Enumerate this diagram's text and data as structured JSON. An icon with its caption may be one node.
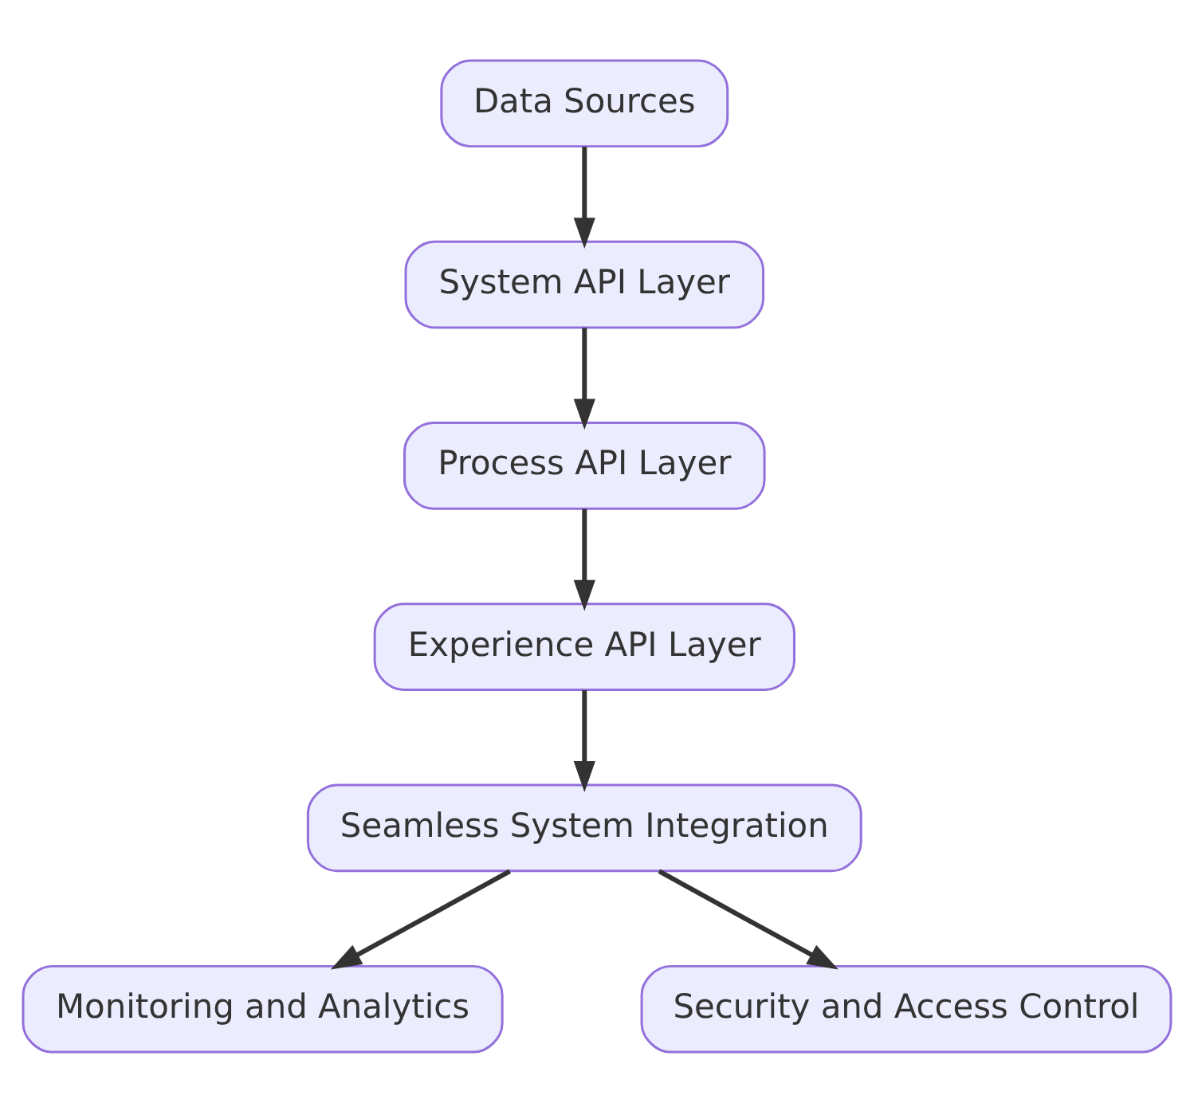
{
  "diagram": {
    "nodes": [
      {
        "text": [
          "Data Sources"
        ]
      },
      {
        "text": [
          "System API Layer"
        ]
      },
      {
        "text": [
          "Process API Layer"
        ]
      },
      {
        "text": [
          "Experience API Layer"
        ]
      },
      {
        "text": [
          "Seamless System Integration"
        ]
      },
      {
        "text": [
          "Monitoring and Analytics"
        ]
      },
      {
        "text": [
          "Security and Access Control"
        ]
      }
    ],
    "edges": [
      {
        "from": 0,
        "to": 1,
        "arrow": "to"
      },
      {
        "from": 1,
        "to": 2,
        "arrow": "to"
      },
      {
        "from": 2,
        "to": 3,
        "arrow": "to"
      },
      {
        "from": 3,
        "to": 4,
        "arrow": "to"
      },
      {
        "from": 4,
        "to": 5,
        "arrow": "to"
      },
      {
        "from": 4,
        "to": 6,
        "arrow": "to"
      }
    ]
  }
}
